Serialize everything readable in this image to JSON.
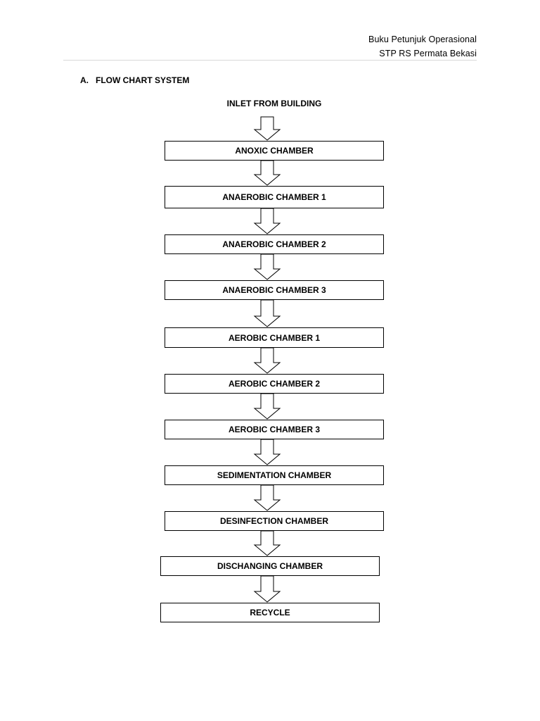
{
  "header": {
    "line1": "Buku Petunjuk Operasional",
    "line2": "STP RS Permata Bekasi"
  },
  "section": {
    "number": "A.",
    "title": "FLOW CHART SYSTEM"
  },
  "flowchart": {
    "inlet": "INLET FROM BUILDING",
    "steps": [
      "ANOXIC CHAMBER",
      "ANAEROBIC CHAMBER 1",
      "ANAEROBIC CHAMBER 2",
      "ANAEROBIC CHAMBER 3",
      "AEROBIC CHAMBER 1",
      "AEROBIC CHAMBER 2",
      "AEROBIC CHAMBER 3",
      "SEDIMENTATION CHAMBER",
      "DESINFECTION CHAMBER",
      "DISCHANGING CHAMBER",
      "RECYCLE"
    ]
  }
}
